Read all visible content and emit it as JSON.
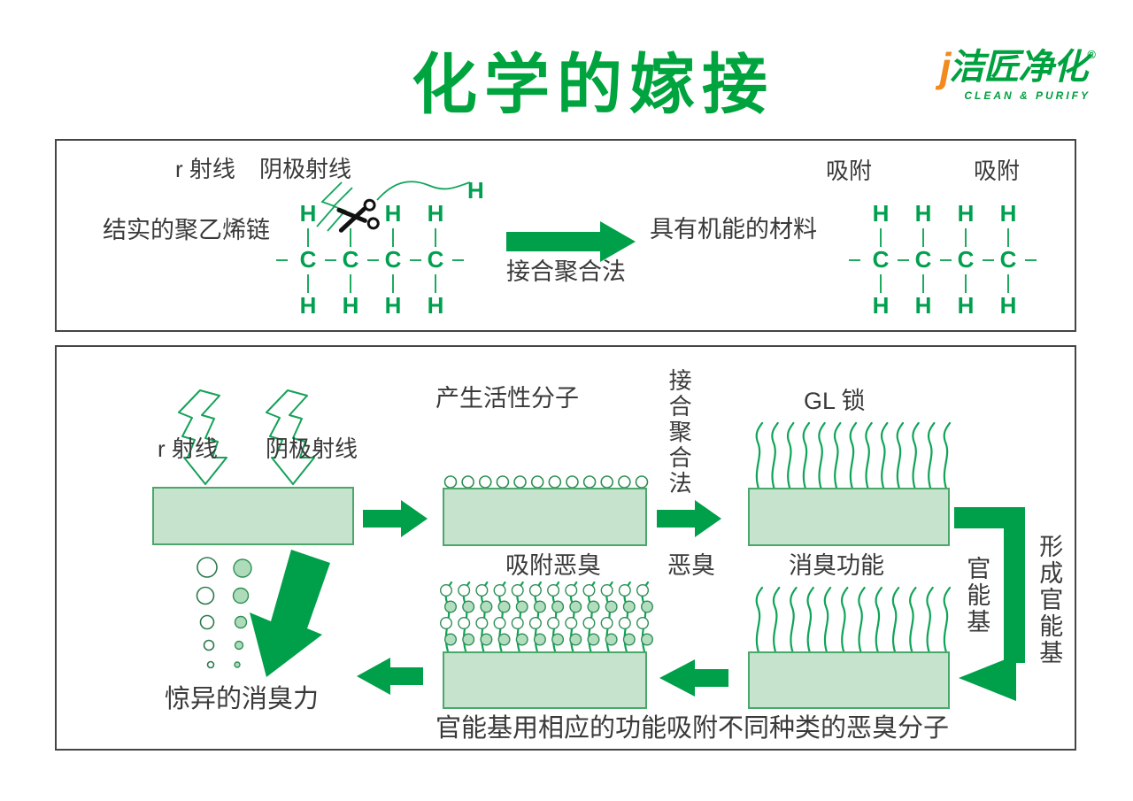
{
  "title": "化学的嫁接",
  "logo": {
    "j": "j",
    "brand": "洁匠净化",
    "reg": "®",
    "tagline": "CLEAN & PURIFY"
  },
  "colors": {
    "green": "#009F49",
    "light_green": "#C6E3CE",
    "orange": "#F28A1D",
    "text": "#3A3A3A"
  },
  "top_panel": {
    "ray1": "r 射线",
    "ray2": "阴极射线",
    "chain_label": "结实的聚乙烯链",
    "method_label": "接合聚合法",
    "result_label": "具有机能的材料",
    "adsorb1": "吸附",
    "adsorb2": "吸附",
    "free_h": "H",
    "molecule_left": {
      "carbons": [
        "C",
        "C",
        "C",
        "C"
      ],
      "h_top": [
        "H",
        null,
        "H",
        "H"
      ],
      "h_bottom": [
        "H",
        "H",
        "H",
        "H"
      ]
    },
    "molecule_right": {
      "carbons": [
        "C",
        "C",
        "C",
        "C"
      ],
      "h_top": [
        "H",
        "H",
        "H",
        "H"
      ],
      "h_bottom": [
        "H",
        "H",
        "H",
        "H"
      ]
    }
  },
  "bottom_panel": {
    "ray1": "r 射线",
    "ray2": "阴极射线",
    "active_label": "产生活性分子",
    "method_vertical": "接合聚合法",
    "gl_lock_label": "GL 锁",
    "adsorb_odor_label": "吸附恶臭",
    "odor_label": "恶臭",
    "deodorize_label": "消臭功能",
    "functional_group_label": "官能基",
    "form_functional_group_label": "形成官能基",
    "amazing_label": "惊异的消臭力",
    "caption": "官能基用相应的功能吸附不同种类的恶臭分子"
  }
}
